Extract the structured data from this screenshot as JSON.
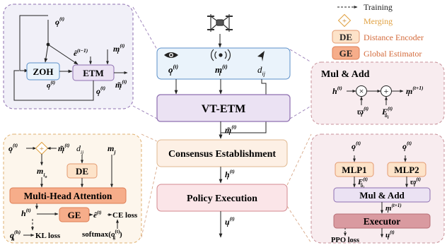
{
  "legend": {
    "training": "Training",
    "merging": "Merging",
    "merging_symbol": "+",
    "de_abbr": "DE",
    "de_full": "Distance Encoder",
    "ge_abbr": "GE",
    "ge_full": "Global Estimator"
  },
  "colors": {
    "blue_fill": "#eaf3fb",
    "blue_stroke": "#5b8fc9",
    "purple_fill": "#ebe2f3",
    "purple_stroke": "#8e6fb0",
    "peach_fill": "#fde9dc",
    "peach_stroke": "#e39a70",
    "pink_fill": "#fbe5e8",
    "pink_stroke": "#d3898f",
    "orange_fill": "#f6ad8a",
    "orange_stroke": "#dd7e55",
    "gold": "#e0a040",
    "de_fill": "#fde3c9",
    "panel_blue": "#f1f0f8",
    "panel_pink": "#f8ecef",
    "panel_peach": "#fdf6ec",
    "executor_fill": "#d99aa0"
  },
  "icons": [
    "drone-icon",
    "eye-icon",
    "wireless-icon",
    "navigation-icon"
  ],
  "center": {
    "obs_o": "o",
    "obs_m": "m",
    "obs_d": "d",
    "obs_d_sub": "ij",
    "vt_etm": "VT-ETM",
    "m_tilde": "m̃",
    "consensus": "Consensus Establishment",
    "h": "h",
    "policy": "Policy Execution",
    "u": "u",
    "sup_t": "(t)",
    "sub_i": "i"
  },
  "etm_panel": {
    "zoh": "ZOH",
    "etm": "ETM",
    "o_top": "o",
    "e_hat": "ê",
    "e_sup": "(t−1)",
    "m_in": "m",
    "o_zoh": "o",
    "o_zoh_sub": "i",
    "o_zoh_sup": "(t)",
    "o_bottom": "o",
    "m_out": "m̃",
    "sup_t": "(t)",
    "sub_i": "i"
  },
  "muladd_panel": {
    "title": "Mul & Add",
    "h": "h",
    "times": "×",
    "plus": "+",
    "m_out": "m",
    "m_sup": "(t+1)",
    "varpi": "ϖ",
    "E": "E",
    "E_sub": "o",
    "E_subsub": "i",
    "sup_t": "(t)",
    "sub_i": "i"
  },
  "consensus_panel": {
    "o": "o",
    "plus": "+",
    "m_tilde": "m̃",
    "d": "d",
    "d_sub": "ij",
    "m_j": "m",
    "m_j_sub": "j",
    "m_io": "m",
    "m_io_sub": "i",
    "m_io_subsub": "o",
    "de": "DE",
    "mha": "Multi-Head Attention",
    "h": "h",
    "ge": "GE",
    "e_hat": "ê",
    "ce_loss": "CE loss",
    "q": "q",
    "q_sub": "h",
    "q_sup": "(h)",
    "kl_loss": "KL loss",
    "softmax": "softmax(",
    "softmax_o": "o",
    "softmax_o_sub": "g",
    "softmax_close": ")",
    "sup_t": "(t)",
    "sub_i": "i"
  },
  "policy_panel": {
    "o_left": "o",
    "o_right": "o",
    "mlp1": "MLP1",
    "mlp2": "MLP2",
    "E": "E",
    "E_sub": "o",
    "E_subsub": "i",
    "varpi": "ϖ",
    "muladd": "Mul & Add",
    "m_out": "m",
    "m_sup": "(t+1)",
    "executor": "Executor",
    "ppo_loss": "PPO loss",
    "u": "u",
    "sup_t": "(t)",
    "sub_i": "i"
  }
}
